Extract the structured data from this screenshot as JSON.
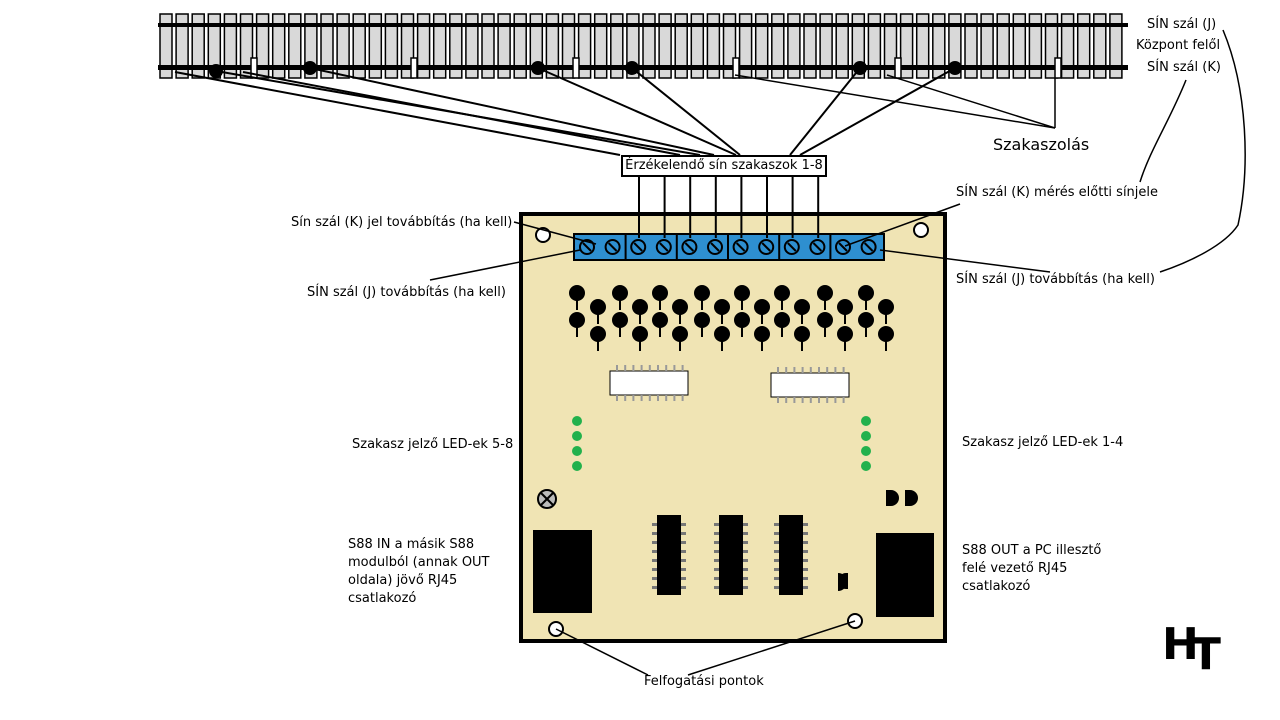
{
  "labels": {
    "sin_j_top": "SÍN szál (J)",
    "kozpont": "Központ felől",
    "sin_k_top": "SÍN szál (K)",
    "szakaszolas": "Szakaszolás",
    "erzekelendo": "Érzékelendő sín szakaszok 1-8",
    "k_meres": "SÍN szál (K) mérés előtti sínjele",
    "k_jel_tovabbitas": "Sín szál (K) jel továbbítás (ha kell)",
    "j_tovabbitas_left": "SÍN szál (J) továbbítás (ha kell)",
    "j_tovabbitas_right": "SÍN szál (J) továbbítás (ha kell)",
    "led_5_8": "Szakasz jelző LED-ek 5-8",
    "led_1_4": "Szakasz jelző LED-ek 1-4",
    "s88_in": "S88 IN a másik S88 modulból (annak OUT oldala) jövő RJ45 csatlakozó",
    "s88_out": "S88 OUT a PC illesztő felé vezető RJ45 csatlakozó",
    "felfogatasi": "Felfogatási pontok",
    "logo": "HT"
  },
  "colors": {
    "board": "#f0e4b4",
    "terminal": "#2e8fd0",
    "led": "#22b14c",
    "black": "#000000",
    "rail_fill": "#d9d9d9"
  },
  "terminal_count": 12,
  "section_count": 8,
  "led_groups": 2,
  "leds_per_group": 4
}
